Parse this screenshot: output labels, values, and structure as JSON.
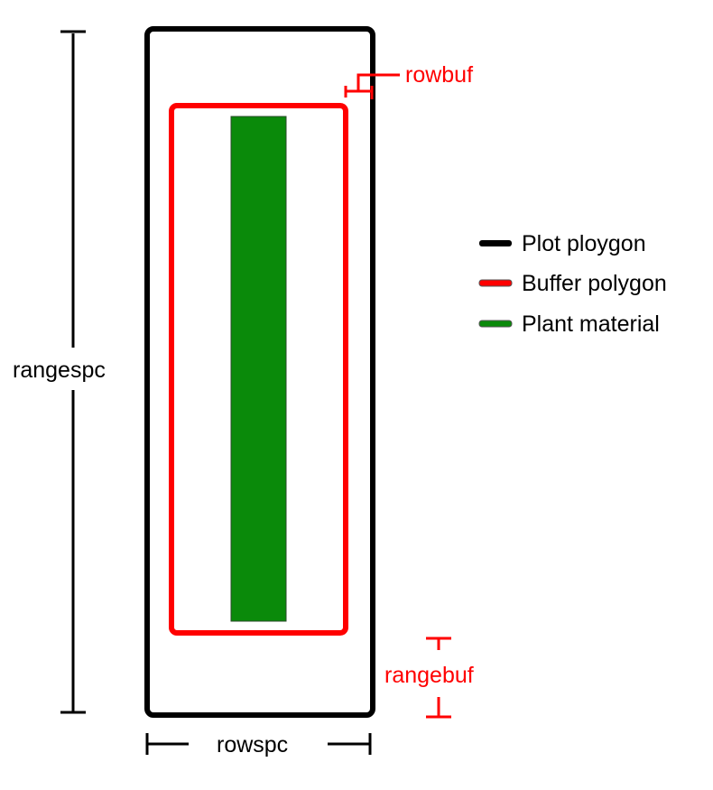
{
  "diagram": {
    "labels": {
      "rangespc": "rangespc",
      "rowspc": "rowspc",
      "rowbuf": "rowbuf",
      "rangebuf": "rangebuf"
    },
    "legend": {
      "items": [
        {
          "label": "Plot ploygon",
          "color": "#000000"
        },
        {
          "label": "Buffer polygon",
          "color": "#ff0000"
        },
        {
          "label": "Plant material",
          "color": "#0a8a0a"
        }
      ]
    },
    "colors": {
      "plot": "#000000",
      "buffer": "#ff0000",
      "plant": "#0a8a0a",
      "annotation_black": "#000000",
      "annotation_red": "#ff0000"
    }
  }
}
